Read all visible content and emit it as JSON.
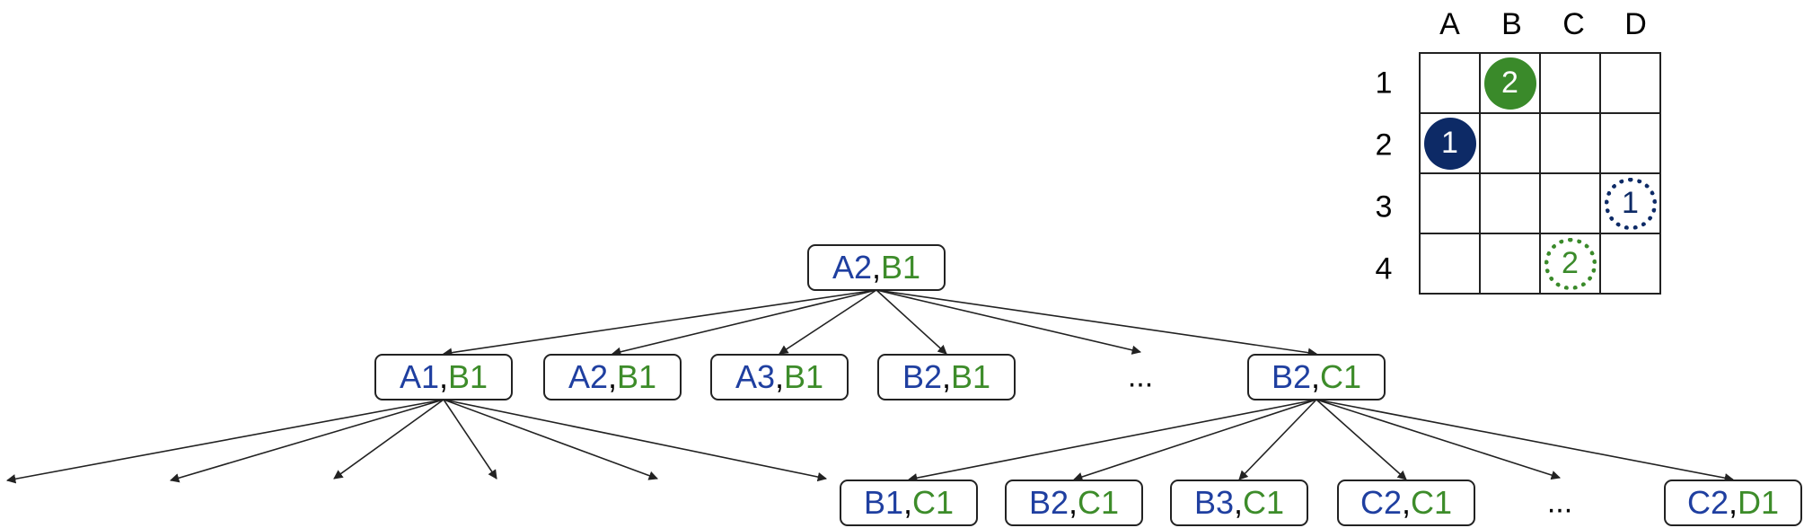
{
  "colors": {
    "player1": "#0d2a66",
    "player1_text": "#1f3fa0",
    "player2": "#3a8a2a",
    "player2_text": "#3d8c2a",
    "line": "#222222"
  },
  "board": {
    "columns": [
      "A",
      "B",
      "C",
      "D"
    ],
    "rows": [
      "1",
      "2",
      "3",
      "4"
    ],
    "pieces": [
      {
        "label": "2",
        "col": "B",
        "row": "1",
        "player": 2,
        "style": "solid"
      },
      {
        "label": "1",
        "col": "A",
        "row": "2",
        "player": 1,
        "style": "solid"
      },
      {
        "label": "1",
        "col": "D",
        "row": "3",
        "player": 1,
        "style": "dotted"
      },
      {
        "label": "2",
        "col": "C",
        "row": "4",
        "player": 2,
        "style": "dotted"
      }
    ]
  },
  "tree": {
    "root": {
      "p1": "A2",
      "p2": "B1"
    },
    "level1": [
      {
        "p1": "A1",
        "p2": "B1"
      },
      {
        "p1": "A2",
        "p2": "B1"
      },
      {
        "p1": "A3",
        "p2": "B1"
      },
      {
        "p1": "B2",
        "p2": "B1"
      },
      {
        "ellipsis": "..."
      },
      {
        "p1": "B2",
        "p2": "C1"
      }
    ],
    "level2": [
      {
        "p1": "B1",
        "p2": "C1"
      },
      {
        "p1": "B2",
        "p2": "C1"
      },
      {
        "p1": "B3",
        "p2": "C1"
      },
      {
        "p1": "C2",
        "p2": "C1"
      },
      {
        "ellipsis": "..."
      },
      {
        "p1": "C2",
        "p2": "D1"
      }
    ],
    "separator": ","
  }
}
